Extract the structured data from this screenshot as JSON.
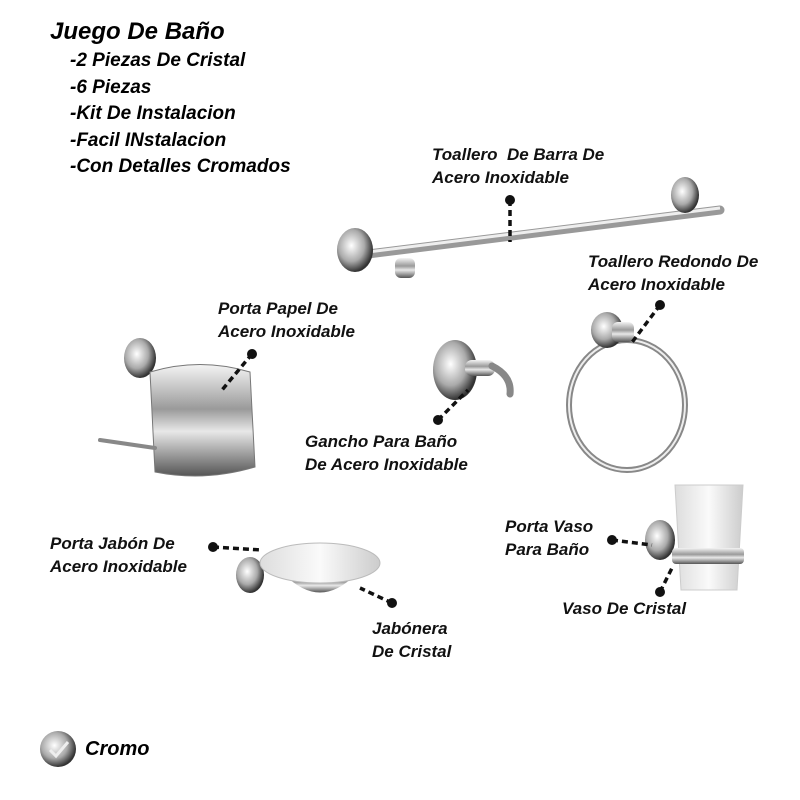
{
  "title": "Juego De Baño",
  "features": [
    "-2 Piezas De Cristal",
    "-6 Piezas",
    "-Kit De Instalacion",
    "-Facil INstalacion",
    "-Con Detalles Cromados"
  ],
  "labels": {
    "towel_bar": [
      "Toallero  De Barra De",
      "Acero Inoxidable"
    ],
    "towel_ring": [
      "Toallero Redondo De",
      "Acero Inoxidable"
    ],
    "paper_holder": [
      "Porta Papel De",
      "Acero Inoxidable"
    ],
    "hook": [
      "Gancho Para Baño",
      "De Acero Inoxidable"
    ],
    "soap_holder": [
      "Porta Jabón De",
      "Acero Inoxidable"
    ],
    "cup_holder": [
      "Porta Vaso",
      "Para Baño"
    ],
    "glass": [
      "Vaso De Cristal"
    ],
    "soap_dish": [
      "Jabónera",
      "De Cristal"
    ]
  },
  "finish": {
    "label": "Cromo",
    "icon": "chrome-swatch-icon"
  }
}
